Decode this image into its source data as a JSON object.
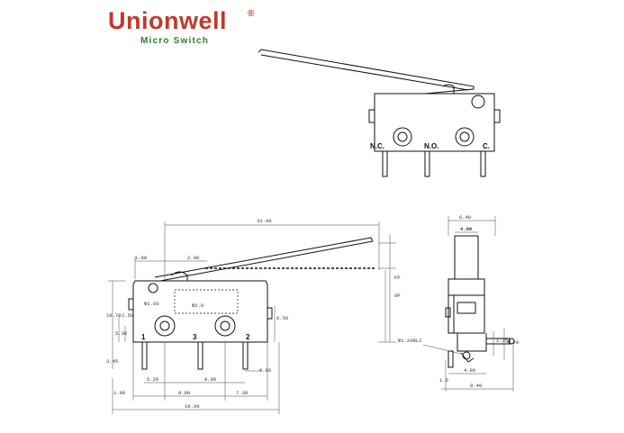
{
  "brand": {
    "name": "Unionwell",
    "registered": "®",
    "tagline": "Micro Switch",
    "name_color": "#c0392b",
    "tagline_color": "#2e7d32"
  },
  "top_view": {
    "terminal_labels": [
      "N.C.",
      "N.O.",
      "C."
    ]
  },
  "front_view": {
    "terminal_labels": [
      "1",
      "3",
      "2"
    ],
    "dimensions": {
      "overall_lever": "33.40",
      "lever_offset": "1.80",
      "lever_pivot": "2.00",
      "height_total": "10.70",
      "height_a": "5.30",
      "height_b": "2.50",
      "height_c": "6.50",
      "pin_len": "3.45",
      "span_a": "5.20",
      "span_b": "8.80",
      "span_c": "8.80",
      "span_d": "7.30",
      "pin_w": "0.80",
      "edge": "1.80",
      "total_len": "19.90",
      "hole": "Φ2.60",
      "hole2": "Φ2.0"
    },
    "annotations": [
      "OP",
      "FP"
    ]
  },
  "side_view": {
    "dimensions": {
      "width": "6.40",
      "inner_width": "4.00",
      "hole": "Φ1.20RL2",
      "h1": "1.25",
      "h2": "4.70",
      "w1": "4.80",
      "w2": "8.40",
      "pin": "1.6"
    }
  }
}
